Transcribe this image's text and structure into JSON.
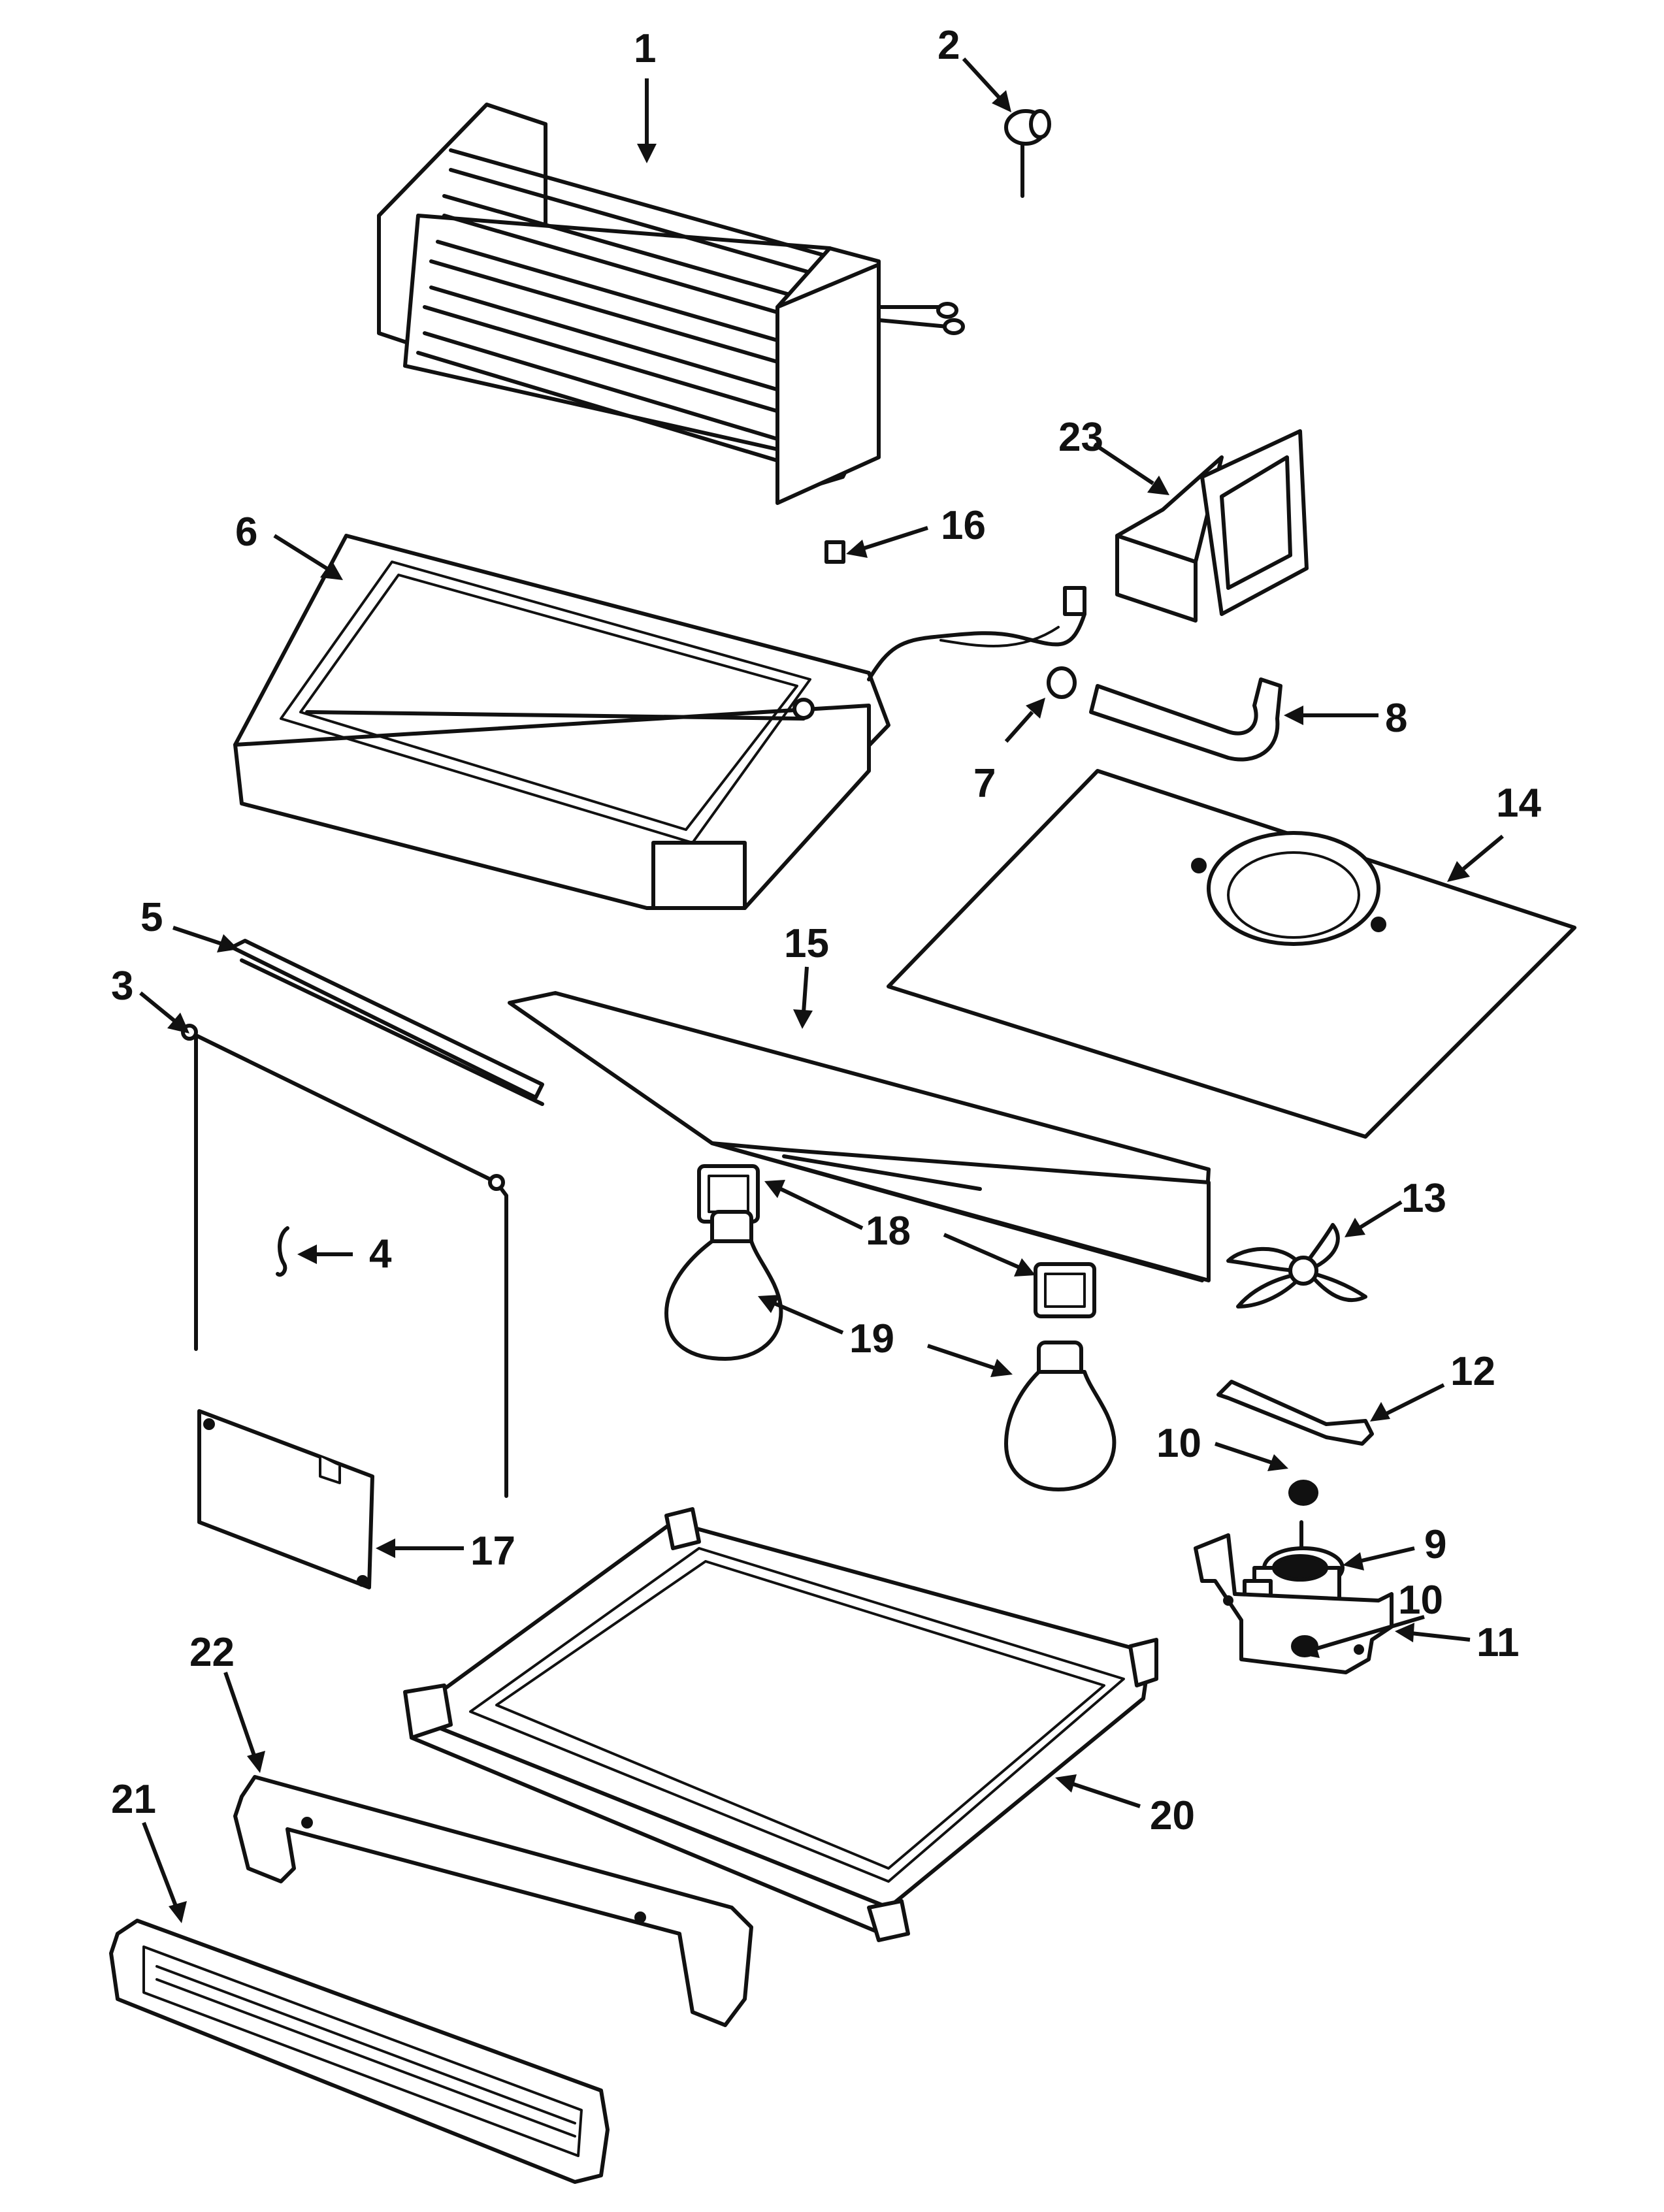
{
  "diagram": {
    "callouts": [
      {
        "id": "c1",
        "text": "1"
      },
      {
        "id": "c2",
        "text": "2"
      },
      {
        "id": "c3",
        "text": "3"
      },
      {
        "id": "c4",
        "text": "4"
      },
      {
        "id": "c5",
        "text": "5"
      },
      {
        "id": "c6",
        "text": "6"
      },
      {
        "id": "c7",
        "text": "7"
      },
      {
        "id": "c8",
        "text": "8"
      },
      {
        "id": "c9",
        "text": "9"
      },
      {
        "id": "c10a",
        "text": "10"
      },
      {
        "id": "c10b",
        "text": "10"
      },
      {
        "id": "c11",
        "text": "11"
      },
      {
        "id": "c12",
        "text": "12"
      },
      {
        "id": "c13",
        "text": "13"
      },
      {
        "id": "c14",
        "text": "14"
      },
      {
        "id": "c15",
        "text": "15"
      },
      {
        "id": "c16",
        "text": "16"
      },
      {
        "id": "c17",
        "text": "17"
      },
      {
        "id": "c18",
        "text": "18"
      },
      {
        "id": "c19",
        "text": "19"
      },
      {
        "id": "c20",
        "text": "20"
      },
      {
        "id": "c21",
        "text": "21"
      },
      {
        "id": "c22",
        "text": "22"
      },
      {
        "id": "c23",
        "text": "23"
      }
    ]
  }
}
